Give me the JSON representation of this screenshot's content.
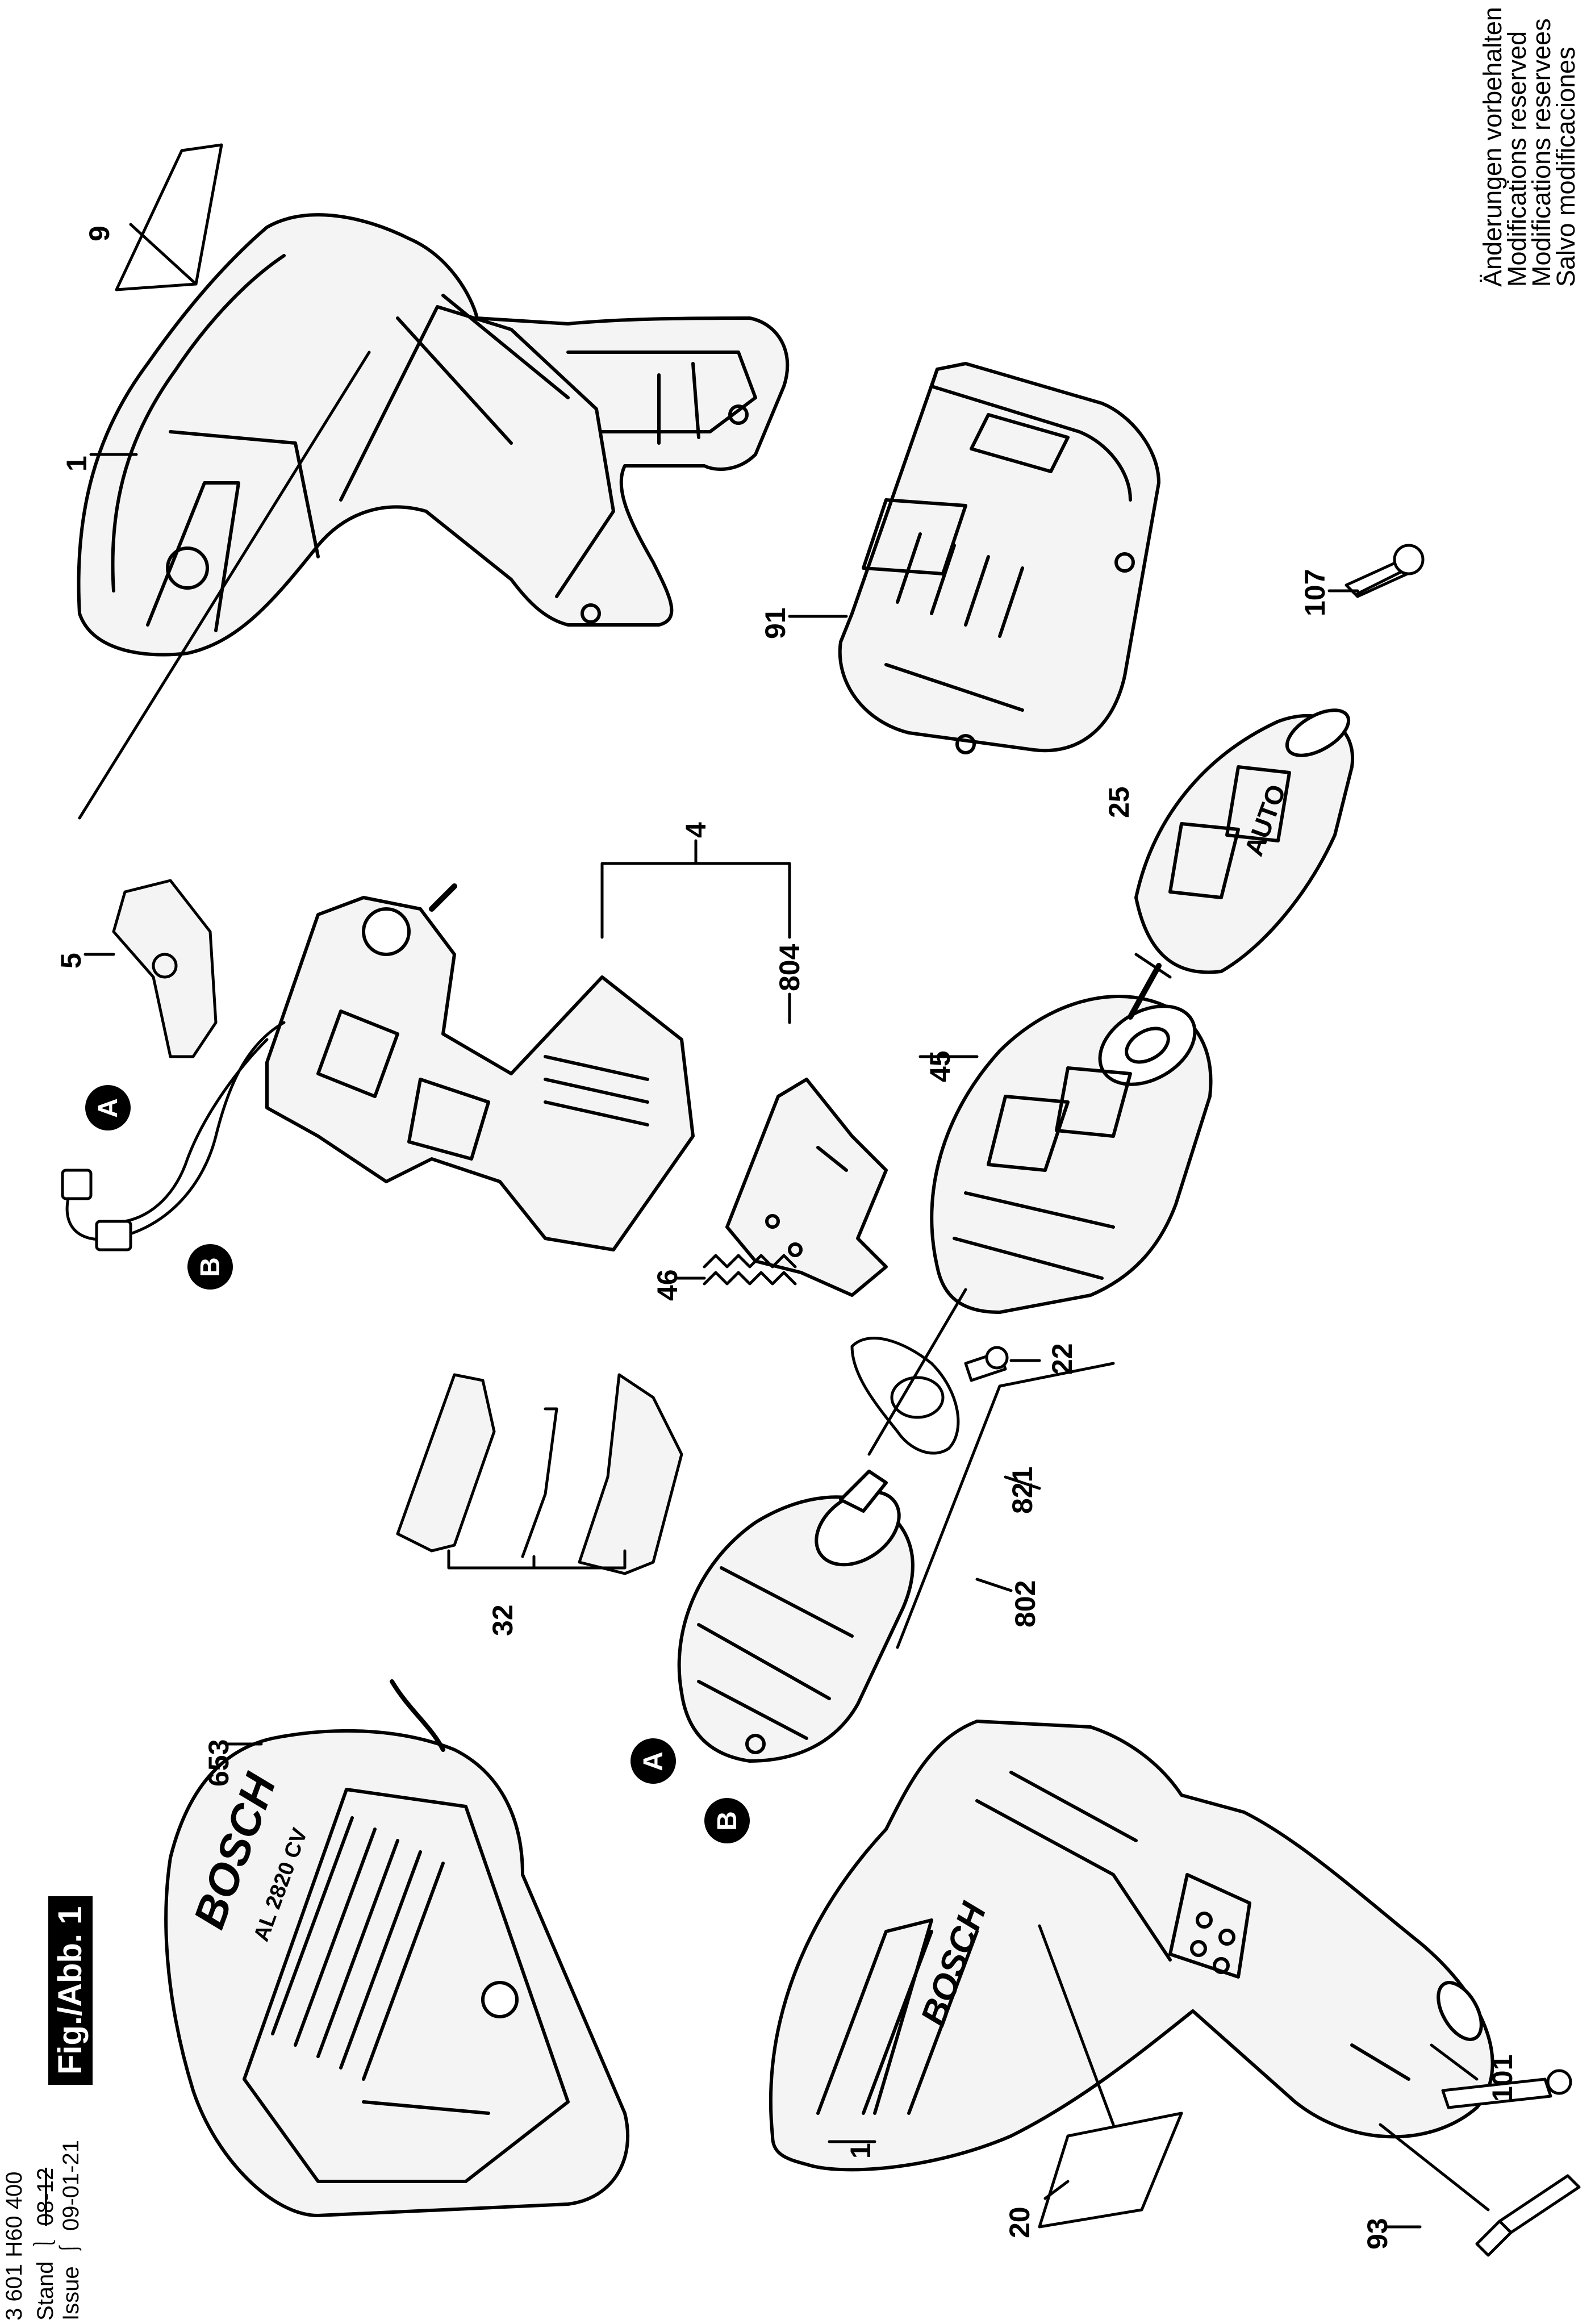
{
  "header": {
    "part_number": "3 601 H60 400",
    "stand_label": "Stand",
    "stand_date": "08-12",
    "issue_label": "Issue",
    "issue_date": "09-01-21",
    "figure_label": "Fig./Abb. 1"
  },
  "legal_notice": [
    "Änderungen vorbehalten",
    "Modifications reserved",
    "Modifications reservees",
    "Salvo modificaciones"
  ],
  "callouts": [
    "9",
    "1",
    "91",
    "107",
    "25",
    "45",
    "4",
    "804",
    "5",
    "A",
    "B",
    "46",
    "22",
    "821",
    "802",
    "32",
    "653",
    "A",
    "B",
    "1",
    "20",
    "101",
    "93"
  ],
  "product_text": {
    "charger_brand": "BOSCH",
    "charger_model": "AL 2820 CV",
    "housing_brand": "BOSCH",
    "chuck_text": "AUTO"
  },
  "colors": {
    "ink": "#000000",
    "paper": "#ffffff",
    "fill": "#f4f4f4"
  }
}
